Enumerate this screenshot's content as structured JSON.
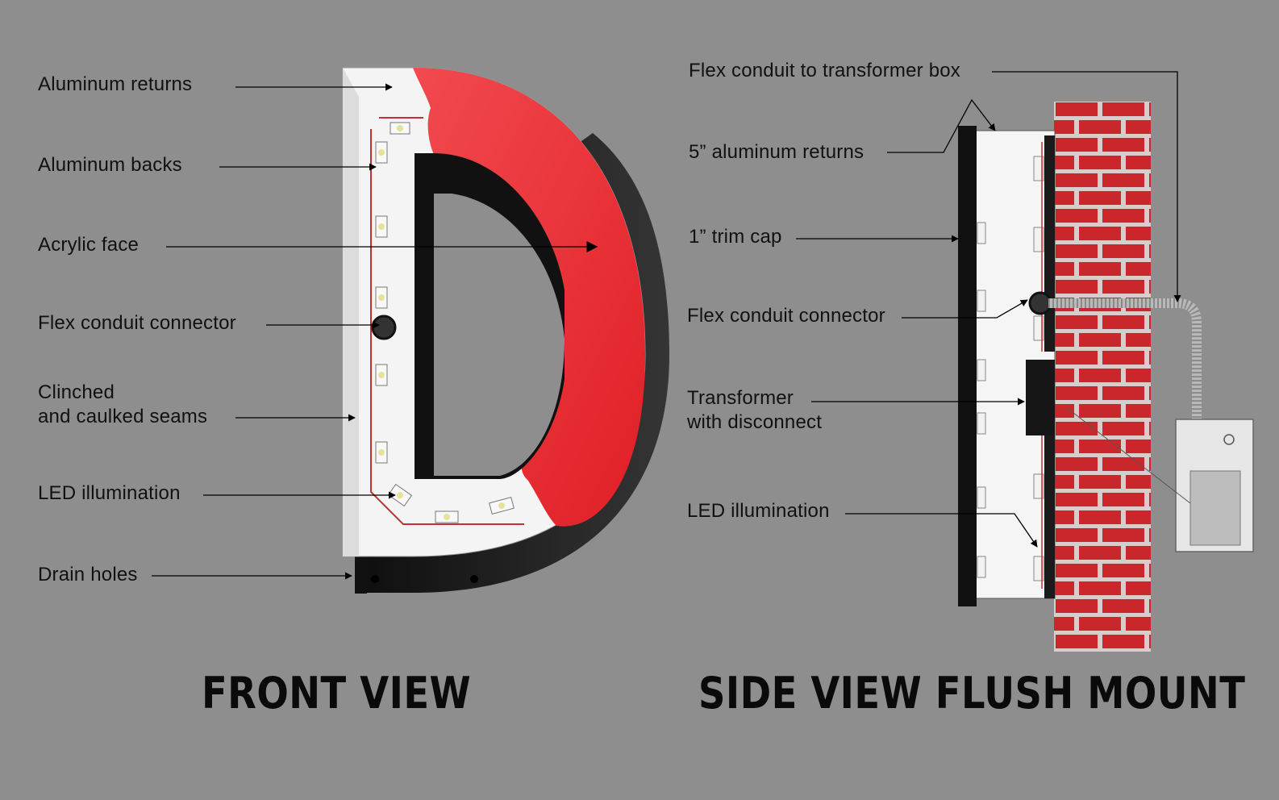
{
  "front_view": {
    "caption": "FRONT VIEW",
    "labels": {
      "aluminum_returns": "Aluminum returns",
      "aluminum_backs": "Aluminum backs",
      "acrylic_face": "Acrylic face",
      "flex_conduit_connector": "Flex conduit connector",
      "clinched_seams_line1": "Clinched",
      "clinched_seams_line2": "and caulked seams",
      "led_illumination": "LED illumination",
      "drain_holes": "Drain holes"
    }
  },
  "side_view": {
    "caption": "SIDE VIEW FLUSH MOUNT",
    "labels": {
      "flex_conduit_to_transformer_box": "Flex conduit to transformer box",
      "aluminum_returns_5in": "5” aluminum returns",
      "trim_cap": "1” trim cap",
      "flex_conduit_connector": "Flex conduit connector",
      "transformer_line1": "Transformer",
      "transformer_line2": "with disconnect",
      "led_illumination": "LED illumination"
    }
  },
  "colors": {
    "background": "#8e8e8e",
    "acrylic_face": "#e8242a",
    "brick": "#c8262b",
    "mortar": "#d6c9c9",
    "returns": "#1a1a1a"
  }
}
